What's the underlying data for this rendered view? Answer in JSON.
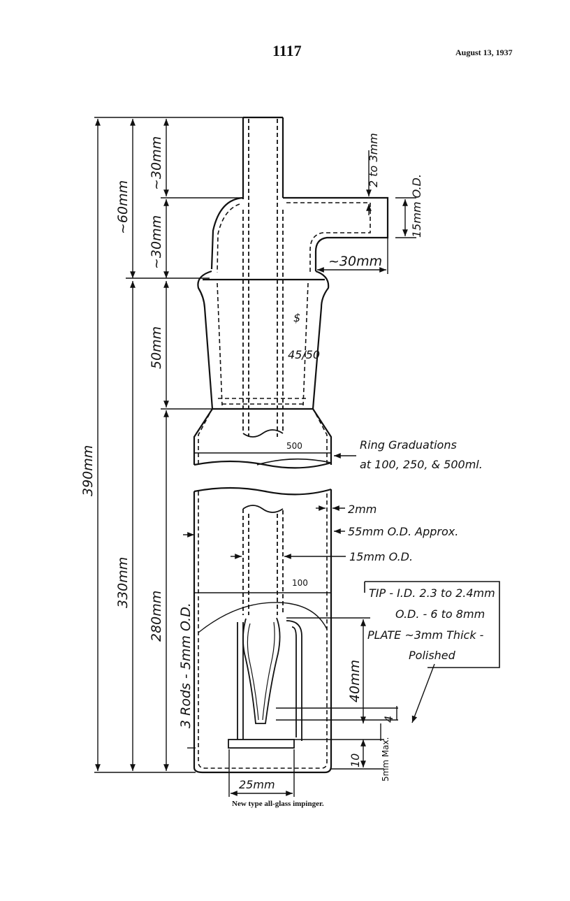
{
  "header": {
    "page_number": "1117",
    "date": "August 13, 1937"
  },
  "caption": "New type all-glass impinger.",
  "dimensions": {
    "total_height": "390mm",
    "top_section": "~60mm",
    "top_upper": "~30mm",
    "top_lower": "~30mm",
    "lower_total": "330mm",
    "joint": "50mm",
    "flask": "280mm",
    "tip_height": "40mm",
    "bottom_gap": "10",
    "plate_gap": "4",
    "max_gap": "5mm Max.",
    "plate_width": "25mm",
    "outlet_length": "~30mm",
    "outlet_od": "15mm O.D.",
    "outlet_wall": "2 to 3mm"
  },
  "labels": {
    "ring_graduations_1": "Ring Graduations",
    "ring_graduations_2": "at 100, 250, & 500ml.",
    "wall": "2mm",
    "flask_od": "55mm O.D. Approx.",
    "tube_od": "15mm O.D.",
    "rods": "3 Rods - 5mm O.D.",
    "grad_500": "500",
    "grad_100": "100",
    "joint_mark": "45/50",
    "tip_note": [
      "TIP - I.D. 2.3 to 2.4mm",
      "O.D. - 6 to 8mm",
      "PLATE ~3mm Thick -",
      "Polished"
    ]
  }
}
